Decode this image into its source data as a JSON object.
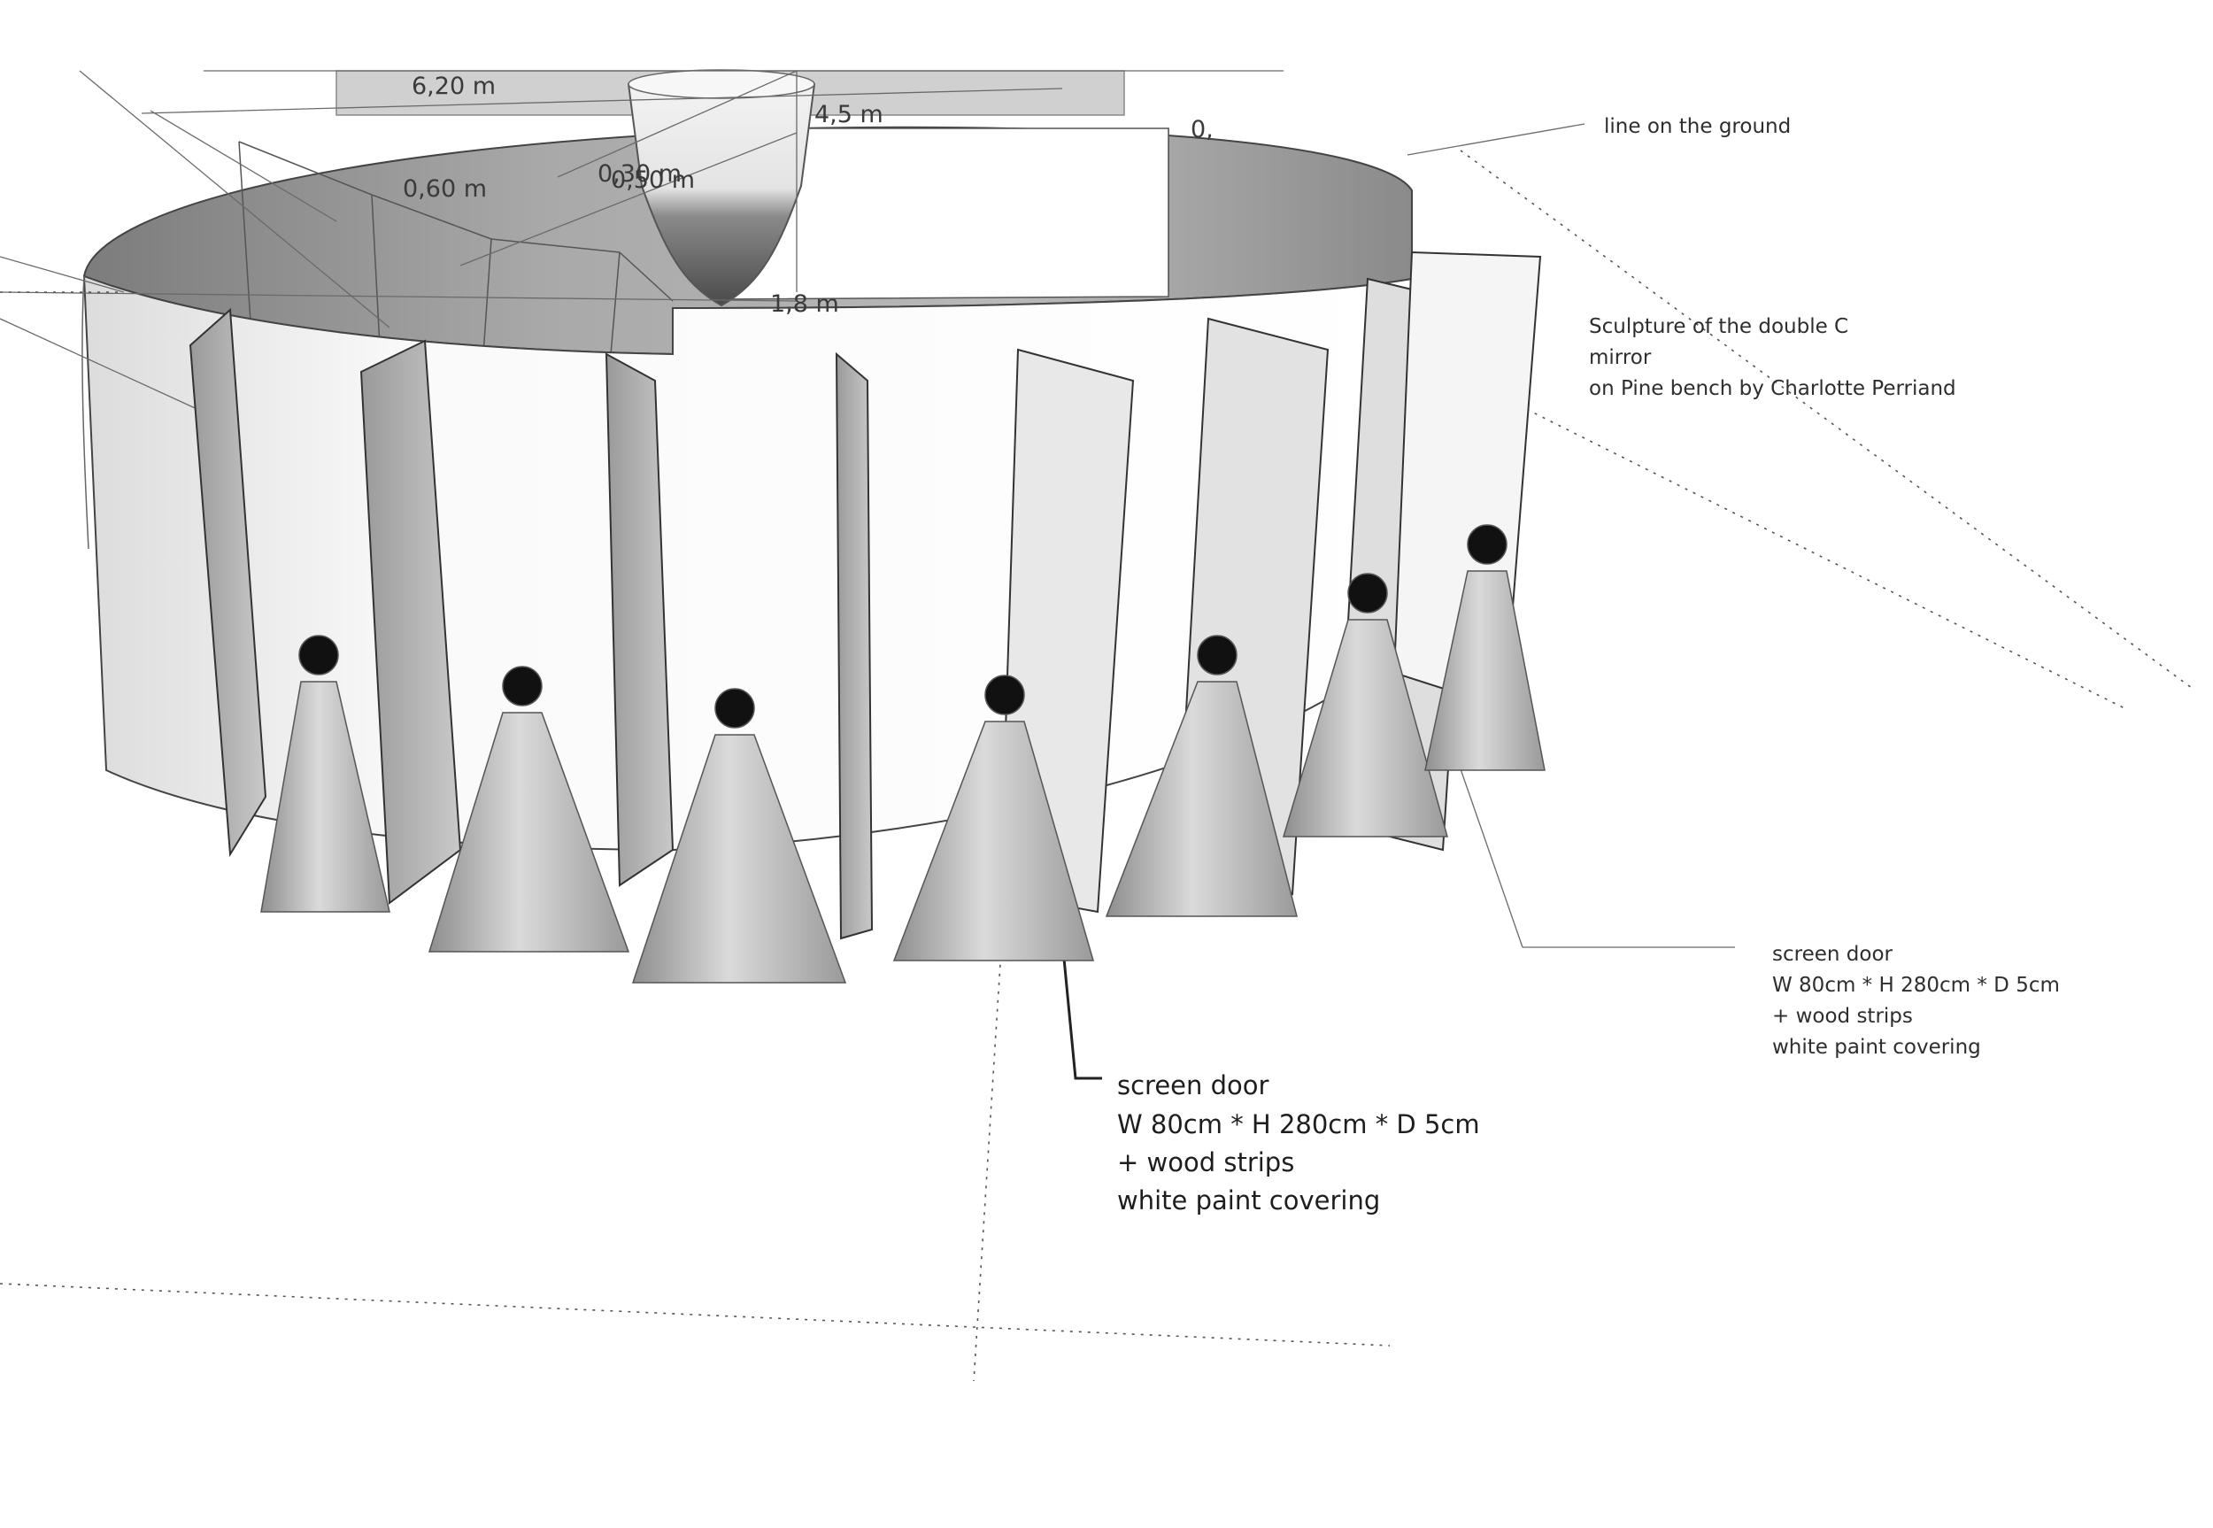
{
  "dimensions": {
    "d1": "6,20 m",
    "d2": "4,5 m",
    "d3": "0,",
    "d4": "0,60 m",
    "d5": "0,30 m",
    "d6": "0,50 m",
    "d7": "1,8 m"
  },
  "annotations": {
    "ground_line": "line on the ground",
    "sculpture": [
      "Sculpture of the double C",
      "mirror",
      "on Pine bench by Charlotte Perriand"
    ],
    "screen_door_right": [
      "screen door",
      "W 80cm * H 280cm * D 5cm",
      "+ wood strips",
      "white paint covering"
    ],
    "screen_door_center": [
      "screen door",
      "W 80cm * H 280cm * D 5cm",
      "+ wood strips",
      "white paint covering"
    ]
  },
  "colors": {
    "wall_inner": "#9a9a9a",
    "wall_outer": "#f2f2f2",
    "line": "#555555"
  }
}
